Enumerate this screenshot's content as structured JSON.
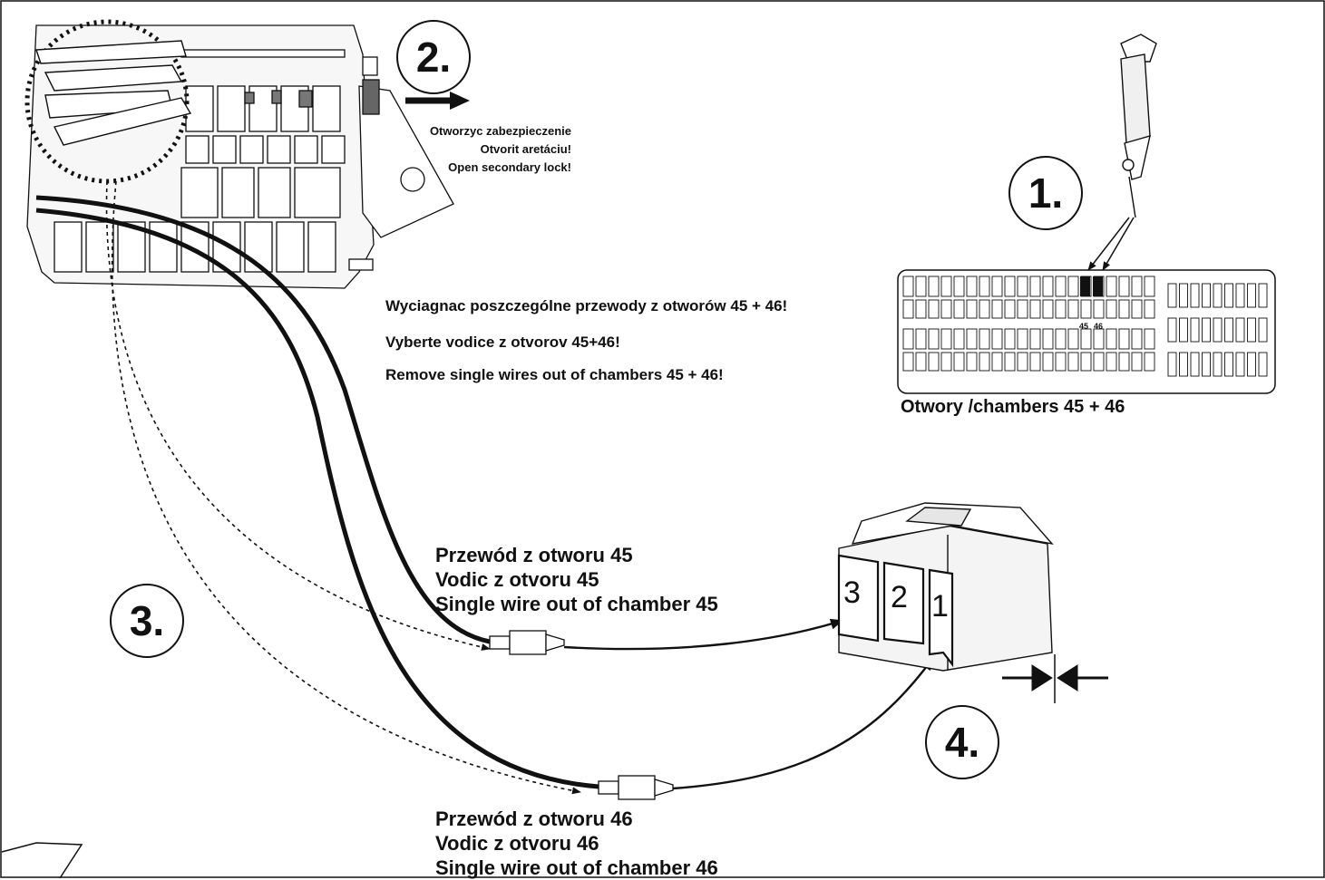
{
  "steps": {
    "step1": "1.",
    "step2": "2.",
    "step3": "3.",
    "step4": "4."
  },
  "lock_instruction": {
    "line_pl": "Otworzyc zabezpieczenie",
    "line_sk": "Otvorit aretáciu!",
    "line_en": "Open secondary lock!"
  },
  "remove_instruction": {
    "line_pl": "Wyciagnac poszczególne przewody z otworów 45 + 46!",
    "line_sk": "Vyberte vodice z otvorov 45+46!",
    "line_en": "Remove single wires out of chambers 45 + 46!"
  },
  "chamber_panel": {
    "caption": "Otwory /chambers 45 + 46",
    "pin_45": "45",
    "pin_46": "46"
  },
  "wire_45": {
    "line_pl": "Przewód z otworu 45",
    "line_sk": "Vodic z otvoru 45",
    "line_en": "Single wire out of chamber 45"
  },
  "wire_46": {
    "line_pl": "Przewód z otworu 46",
    "line_sk": "Vodic z otvoru 46",
    "line_en": "Single wire out of chamber 46"
  },
  "connector": {
    "slot_3": "3",
    "slot_2": "2",
    "slot_1": "1"
  },
  "colors": {
    "ink": "#111111",
    "housing_fill": "#f2f2f2",
    "grey_part": "#777777"
  }
}
